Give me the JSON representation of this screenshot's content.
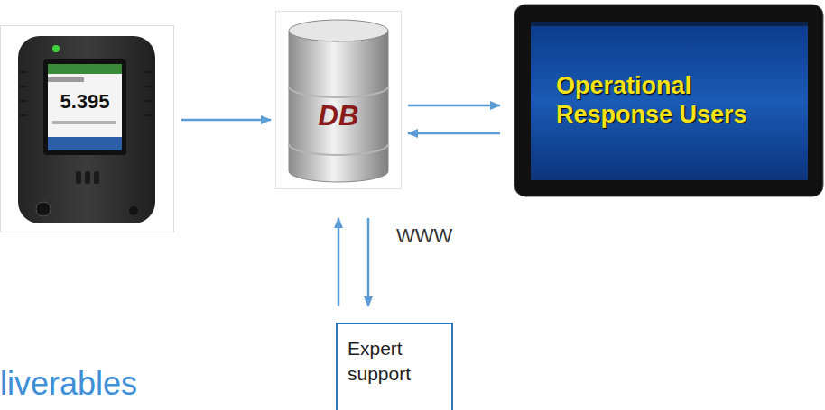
{
  "diagram": {
    "nodes": [
      {
        "text": [
          "5.395"
        ]
      },
      {
        "text": [
          "DB"
        ]
      },
      {
        "text": [
          "Operational Response Users"
        ]
      },
      {
        "text": [
          "Expert support"
        ]
      }
    ],
    "edges": [
      {
        "from": 0,
        "to": 1,
        "arrow": "to"
      },
      {
        "from": 1,
        "to": 2,
        "arrow": "to"
      },
      {
        "from": 2,
        "to": 1,
        "arrow": "to"
      },
      {
        "from": 3,
        "to": 1,
        "arrow": "to"
      },
      {
        "from": 1,
        "to": 3,
        "arrow": "to",
        "label": "WWW"
      }
    ],
    "labels": [
      "liverables"
    ]
  }
}
